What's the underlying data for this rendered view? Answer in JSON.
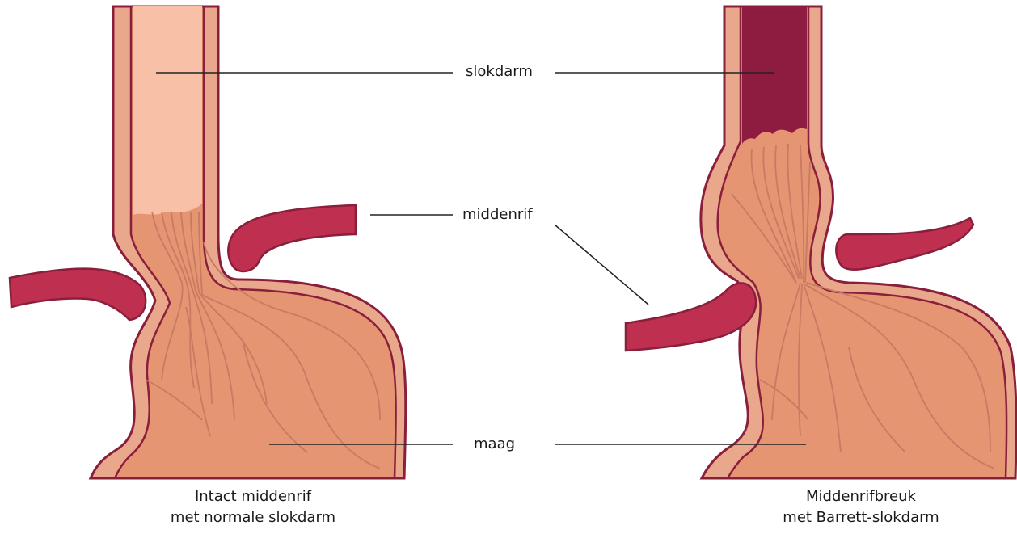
{
  "labels": {
    "esophagus": "slokdarm",
    "diaphragm": "middenrif",
    "stomach": "maag"
  },
  "captions": {
    "left_line1": "Intact middenrif",
    "left_line2": "met normale slokdarm",
    "right_line1": "Middenrifbreuk",
    "right_line2": "met Barrett-slokdarm"
  },
  "colors": {
    "outline": "#8a1f3c",
    "wall": "#e9a78c",
    "stomach_lining": "#e59572",
    "normal_esophagus": "#f8c0a6",
    "barrett_tissue": "#8e1b40",
    "diaphragm": "#bf2f4f",
    "fold_lines": "#c87a62",
    "leader_lines": "#222222"
  }
}
